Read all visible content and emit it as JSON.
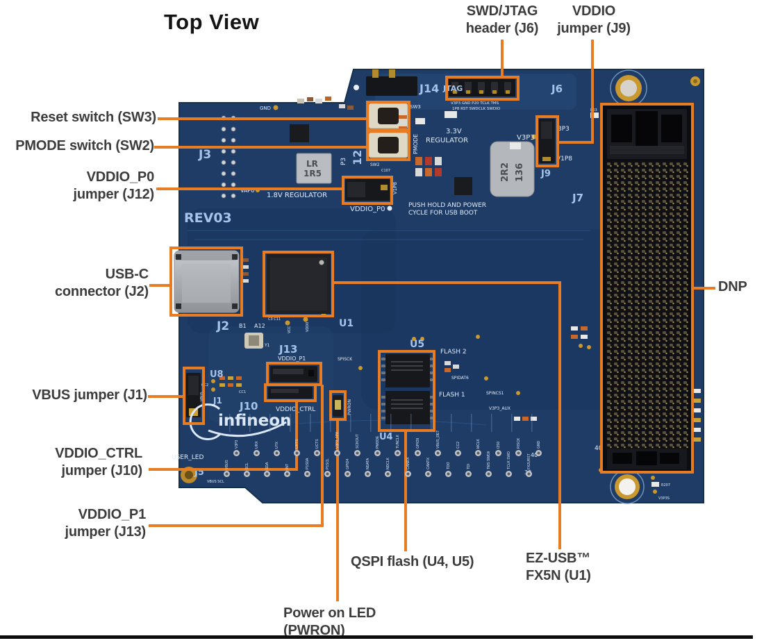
{
  "title": "Top View",
  "colors": {
    "background": "#ffffff",
    "board": "#1e3c66",
    "accent_orange": "#e87c22",
    "silkscreen_white": "#e2ecfa",
    "silkscreen_blue": "#a6c4ea",
    "label_text": "#3c3c3c"
  },
  "callouts": {
    "reset": "Reset switch (SW3)",
    "pmode": "PMODE switch (SW2)",
    "vddio_p0": "VDDIO_P0\njumper (J12)",
    "usb_c": "USB-C\nconnector (J2)",
    "vbus": "VBUS jumper (J1)",
    "vddio_ctrl": "VDDIO_CTRL\njumper (J10)",
    "vddio_p1": "VDDIO_P1\njumper (J13)",
    "swd_jtag": "SWD/JTAG\nheader (J6)",
    "vddio_j9": "VDDIO\njumper (J9)",
    "dnp": "DNP",
    "qspi": "QSPI flash (U4, U5)",
    "ez_usb": "EZ-USB™\nFX5N (U1)",
    "power_led": "Power on LED\n(PWRON)"
  },
  "silkscreen": {
    "rev": "REV03",
    "j3": "J3",
    "gnd": "GND",
    "j14": "J14",
    "jtag": "JTAG",
    "j6": "J6",
    "j6_pins_top": "V3P3 GND P20 TCLK TMS",
    "j6_pins_bottom": "1P8   RST  SWDCLK SWDIO",
    "v3p3": "V3P3",
    "r63": "R63",
    "p3p3": "3P3",
    "v1p8": "V1P8",
    "j9": "J9",
    "j7": "J7",
    "reg33_line1": "3.3V",
    "reg33_line2": "REGULATOR",
    "lr": "LR",
    "r1r5": "1R5",
    "reg18": "1.8V REGULATOR",
    "vap0": "VAP0",
    "p3": "P3",
    "twelve": "12",
    "v1p8b": "V1P8",
    "vddio_p0": "VDDIO_P0",
    "push1": "PUSH HOLD AND POWER",
    "push2": "CYCLE FOR USB BOOT",
    "ind1": "2R2",
    "ind2": "136",
    "sw3": "SW3",
    "pmode": "PMODE",
    "sw2": "SW2",
    "c107": "C107",
    "j2": "J2",
    "b1": "B1",
    "a12": "A12",
    "c3c11": "C3 C11",
    "y1": "Y1",
    "u1": "U1",
    "vcc": "VCC",
    "vdd0": "VDD0",
    "u8": "U8",
    "cc2": "CC2",
    "cc1": "CC1",
    "j1": "J1",
    "j10": "J10",
    "vddio_ctrl": "VDDIO_CTRL",
    "j13": "J13",
    "vddio_p1": "VDDIO_P1",
    "spisck": "SPISCK",
    "vbus": "VBUS",
    "logo": "infineon",
    "user_led": "USER_LED",
    "j5": "J5",
    "vbus_scl": "VBUS SCL",
    "u5": "U5",
    "flash2": "FLASH 2",
    "flash1": "FLASH 1",
    "u4": "U4",
    "spidat6": "SPIDAT6",
    "spincs1": "SPINCS1",
    "v3p3_aux": "V3P3_AUX",
    "pwron": "PWRON",
    "pin40": "40",
    "pin39": "39",
    "pin40b": "40",
    "r207": "R207",
    "v3p3s": "V3P3S"
  },
  "pad_rows": {
    "row1": [
      "V3P3",
      "URX",
      "UTX",
      "URTS",
      "UCTS",
      "V3P3_1P8",
      "SCKOUT",
      "PMODE",
      "TUNCLK",
      "GPIO9",
      "VBUS_DETECT",
      "CC2",
      "MCLK",
      "I2S0",
      "RISCK",
      "GND"
    ],
    "row2": [
      "VBUS",
      "SCL",
      "SDA",
      "INT",
      "P1SDA",
      "P1SCL",
      "GPIO4",
      "NDATA",
      "NDCLK",
      "CANRX",
      "CANTX",
      "TDO",
      "TDI",
      "TMS SWDIO",
      "TCLK SWDCLK",
      "FX2URST"
    ]
  }
}
